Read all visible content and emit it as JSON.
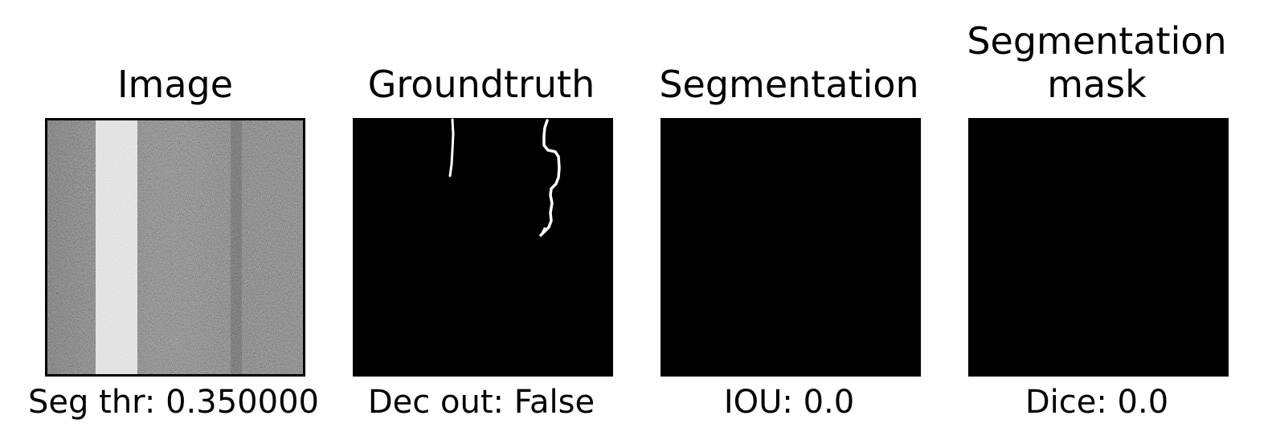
{
  "panels": [
    {
      "title": "Image",
      "caption": "Seg thr: 0.350000",
      "image": "road-pavement-grayscale"
    },
    {
      "title": "Groundtruth",
      "caption": "Dec out: False",
      "image": "crack-mask-white-on-black"
    },
    {
      "title": "Segmentation",
      "caption": "IOU: 0.0",
      "image": "empty-black-prediction"
    },
    {
      "title": "Segmentation\nmask",
      "caption": "Dice: 0.0",
      "image": "empty-black-mask"
    }
  ],
  "colors": {
    "background": "#ffffff",
    "mask_background": "#000000",
    "crack": "#ffffff",
    "asphalt": "#6e6e6e",
    "lane_marking": "#f2f2f2"
  }
}
